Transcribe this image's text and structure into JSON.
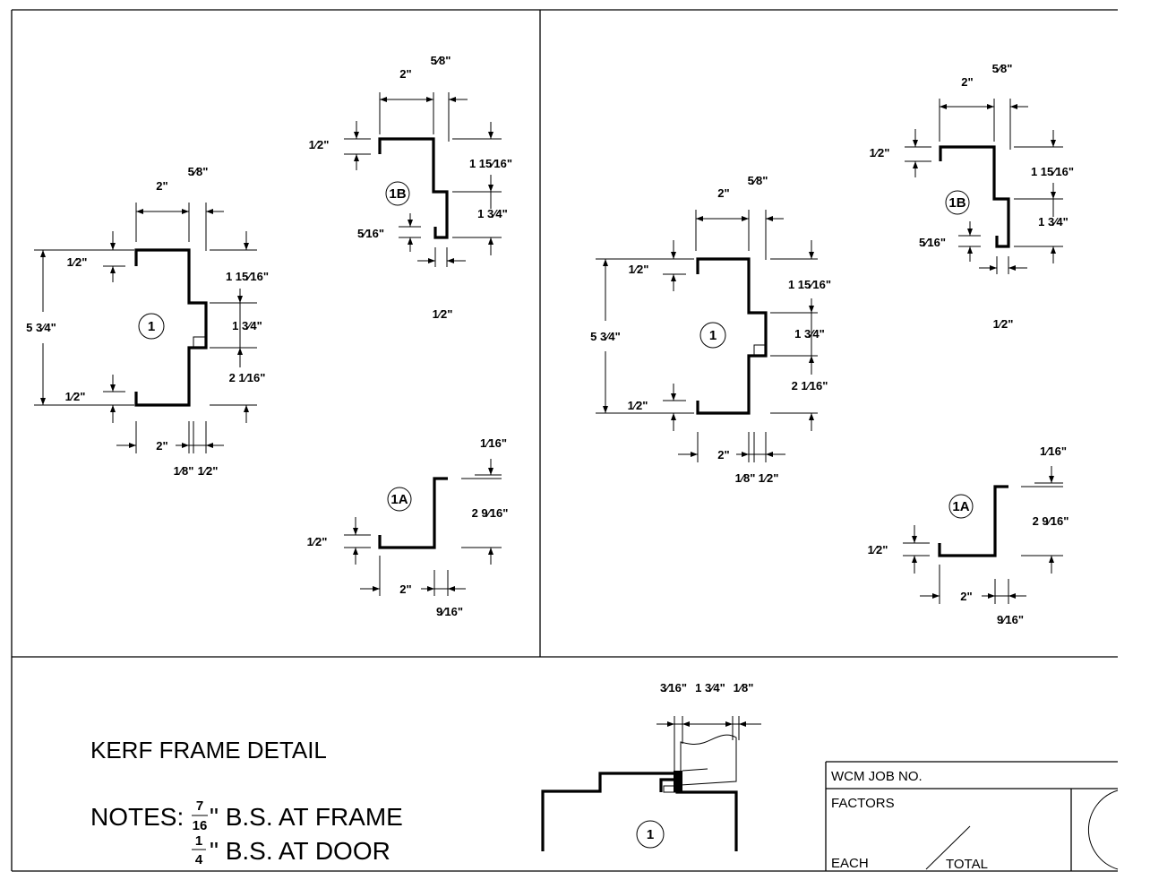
{
  "title": "KERF FRAME DETAIL",
  "notes": {
    "label": "NOTES:",
    "line1": {
      "num": "7",
      "den": "16",
      "text": "\" B.S. AT FRAME"
    },
    "line2": {
      "num": "1",
      "den": "4",
      "text": "\" B.S. AT DOOR"
    }
  },
  "title_block": {
    "job_no": "WCM JOB NO.",
    "factors": "FACTORS",
    "each": "EACH",
    "total": "TOTAL"
  },
  "profiles": {
    "p1": {
      "tag": "1",
      "dims": {
        "face": "2\"",
        "rabbet": "5⁄8\"",
        "return_top": "1⁄2\"",
        "return_bottom": "1⁄2\"",
        "depth": "5 3⁄4\"",
        "soffit_top": "1 15⁄16\"",
        "stop": "1 3⁄4\"",
        "soffit_bottom": "2 1⁄16\"",
        "bottom_face": "2\"",
        "kerf": "1⁄8\"",
        "kerf_gap": "1⁄2\""
      }
    },
    "p1b": {
      "tag": "1B",
      "dims": {
        "face": "2\"",
        "rabbet": "5⁄8\"",
        "return": "1⁄2\"",
        "soffit": "1 15⁄16\"",
        "stop": "1 3⁄4\"",
        "backbend": "5⁄16\"",
        "bottom": "1⁄2\""
      }
    },
    "p1a": {
      "tag": "1A",
      "dims": {
        "top": "1⁄16\"",
        "depth": "2 9⁄16\"",
        "return": "1⁄2\"",
        "face": "2\"",
        "bottom": "9⁄16\""
      }
    },
    "bottom_detail": {
      "tag": "1",
      "dims": {
        "a": "3⁄16\"",
        "b": "1 3⁄4\"",
        "c": "1⁄8\""
      }
    }
  }
}
